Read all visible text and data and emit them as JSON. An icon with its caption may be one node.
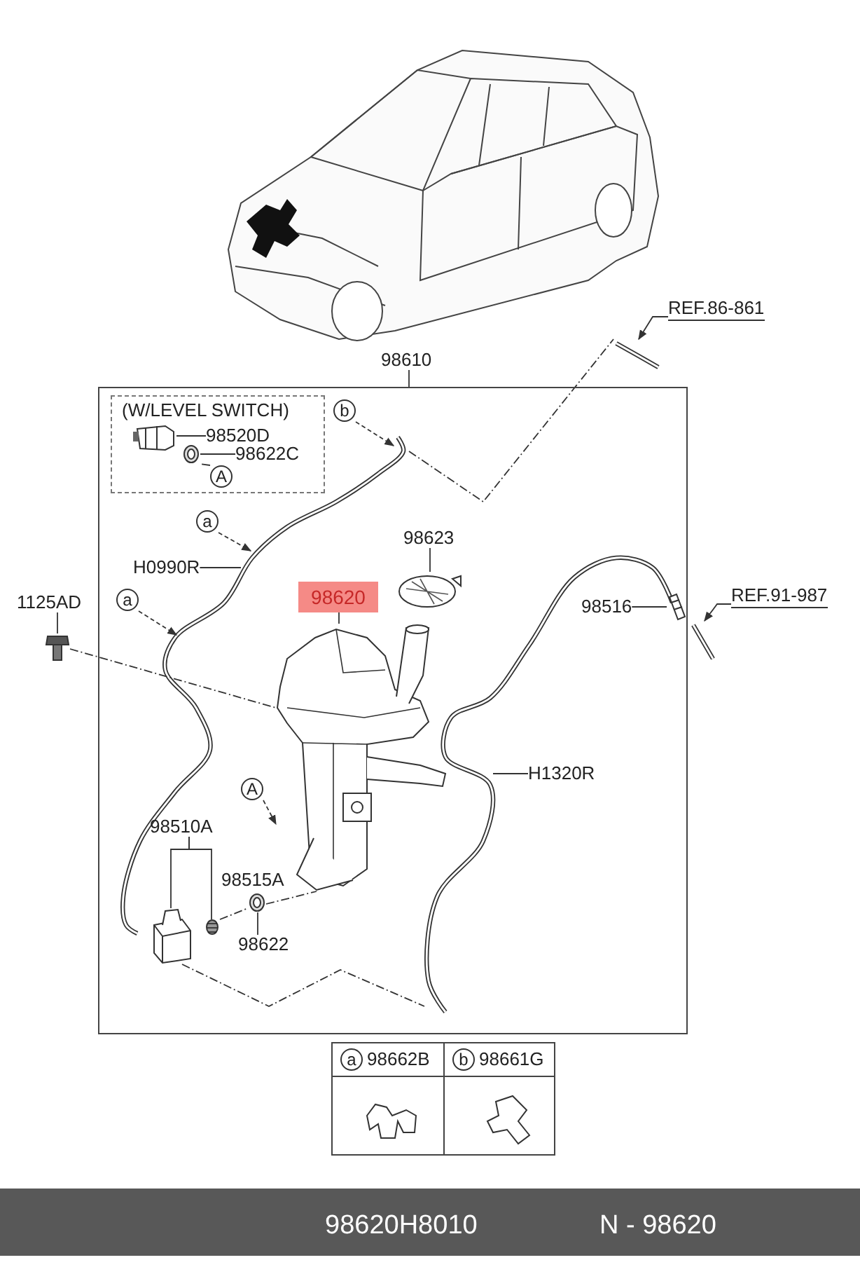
{
  "diagram": {
    "nodes": [
      {
        "text": [],
        "shape": "box"
      },
      {
        "text": [
          "(W/LEVEL SWITCH)"
        ],
        "in": 0
      },
      {
        "text": [
          "98520D"
        ],
        "in": 1
      },
      {
        "text": [
          "98622C"
        ],
        "in": 1
      },
      {
        "text": [],
        "shape": "picture",
        "in": 1
      },
      {
        "text": [],
        "shape": "picture",
        "in": 1
      },
      {
        "text": [
          "A"
        ],
        "in": 1
      },
      {
        "text": [
          "98610"
        ]
      },
      {
        "text": [
          "REF.86-861"
        ]
      },
      {
        "text": [
          "REF.91-987"
        ]
      },
      {
        "text": [
          "1125AD"
        ]
      },
      {
        "text": [],
        "shape": "picture"
      },
      {
        "text": [
          "b"
        ],
        "in": 0
      },
      {
        "text": [
          "a"
        ],
        "in": 0
      },
      {
        "text": [
          "a"
        ],
        "in": 0
      },
      {
        "text": [
          "H0990R"
        ],
        "in": 0
      },
      {
        "text": [
          "98623"
        ],
        "in": 0
      },
      {
        "text": [],
        "shape": "picture",
        "in": 0
      },
      {
        "text": [
          "98620"
        ],
        "in": 0
      },
      {
        "text": [],
        "shape": "picture",
        "in": 0
      },
      {
        "text": [
          "98516"
        ],
        "in": 0
      },
      {
        "text": [],
        "shape": "picture",
        "in": 0
      },
      {
        "text": [
          "H1320R"
        ],
        "in": 0
      },
      {
        "text": [
          "A"
        ],
        "in": 0
      },
      {
        "text": [
          "98510A"
        ],
        "in": 0
      },
      {
        "text": [],
        "shape": "picture",
        "in": 0
      },
      {
        "text": [],
        "shape": "picture",
        "in": 0
      },
      {
        "text": [
          "98622"
        ],
        "in": 0
      },
      {
        "text": [],
        "shape": "picture",
        "in": 0
      },
      {
        "text": [],
        "shape": "picture"
      },
      {
        "text": [],
        "shape": "picture"
      },
      {
        "text": [
          "a"
        ]
      },
      {
        "text": [
          "b"
        ]
      }
    ],
    "edges": [
      {
        "from": 7,
        "to": 0,
        "arrow": "none"
      },
      {
        "from": 2,
        "to": 4,
        "arrow": "none"
      },
      {
        "from": 3,
        "to": 5,
        "arrow": "none"
      },
      {
        "from": 6,
        "to": 5,
        "arrow": "none",
        "style": "dashed"
      },
      {
        "from": 8,
        "to": 29,
        "arrow": "to"
      },
      {
        "from": 9,
        "to": 30,
        "arrow": "to"
      },
      {
        "from": 10,
        "to": 11,
        "arrow": "none"
      },
      {
        "from": 12,
        "to": null,
        "arrow": "to",
        "style": "dashed"
      },
      {
        "from": 13,
        "to": null,
        "arrow": "to",
        "style": "dashed"
      },
      {
        "from": 14,
        "to": null,
        "arrow": "to",
        "style": "dashed"
      },
      {
        "from": 15,
        "to": null,
        "arrow": "none"
      },
      {
        "from": 16,
        "to": 17,
        "arrow": "none"
      },
      {
        "from": 18,
        "to": 19,
        "arrow": "none"
      },
      {
        "from": 20,
        "to": 21,
        "arrow": "none"
      },
      {
        "from": 22,
        "to": null,
        "arrow": "none"
      },
      {
        "from": 23,
        "to": 19,
        "arrow": "to",
        "style": "dashed"
      },
      {
        "from": 24,
        "to": 25,
        "arrow": "none"
      },
      {
        "from": 24,
        "to": 26,
        "arrow": "none"
      },
      {
        "from": 27,
        "to": 28,
        "arrow": "none"
      },
      {
        "from": 11,
        "to": 19,
        "arrow": "none",
        "style": "dashed"
      },
      {
        "from": 26,
        "to": 28,
        "arrow": "none",
        "style": "dashed"
      },
      {
        "from": 28,
        "to": 19,
        "arrow": "none",
        "style": "dashed"
      },
      {
        "from": 25,
        "to": null,
        "arrow": "none",
        "style": "dashed"
      },
      {
        "from": null,
        "to": 29,
        "arrow": "none",
        "style": "dashed"
      }
    ],
    "labels": [
      "98515A",
      "98662B",
      "98661G",
      "98620H8010",
      "N - 98620"
    ]
  }
}
